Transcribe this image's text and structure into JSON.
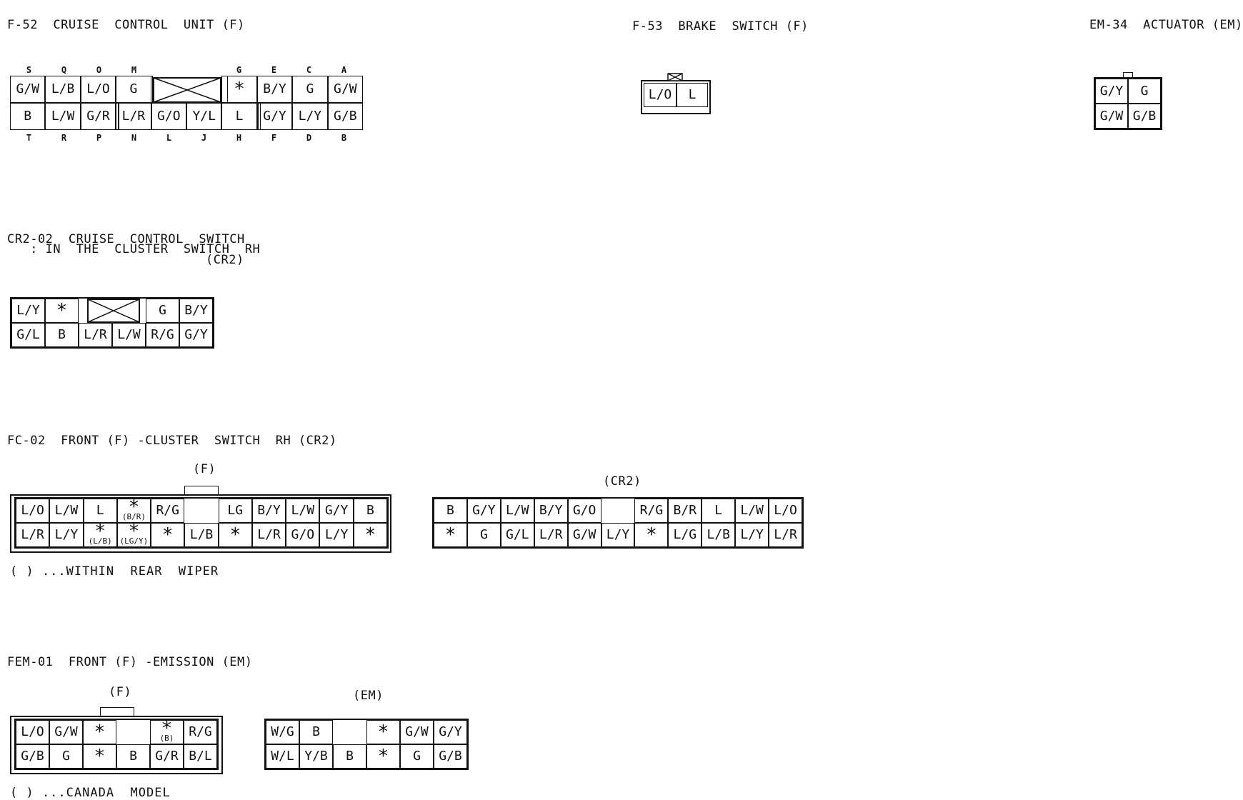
{
  "connectors": {
    "f52": {
      "title": "F-52  CRUISE  CONTROL  UNIT (F)",
      "top_pins": [
        "S",
        "Q",
        "O",
        "M",
        "",
        "",
        "G",
        "E",
        "C",
        "A"
      ],
      "bottom_pins": [
        "T",
        "R",
        "P",
        "N",
        "L",
        "J",
        "H",
        "F",
        "D",
        "B"
      ],
      "row1": [
        "G/W",
        "L/B",
        "L/O",
        "G",
        "",
        "",
        "*",
        "B/Y",
        "G",
        "G/W"
      ],
      "row2": [
        "B",
        "L/W",
        "G/R",
        "L/R",
        "G/O",
        "Y/L",
        "L",
        "G/Y",
        "L/Y",
        "G/B"
      ]
    },
    "f53": {
      "title": "F-53  BRAKE  SWITCH (F)",
      "cells": [
        "L/O",
        "L"
      ]
    },
    "em34": {
      "title": "EM-34  ACTUATOR (EM)",
      "row1": [
        "G/Y",
        "G"
      ],
      "row2": [
        "G/W",
        "G/B"
      ]
    },
    "cr202": {
      "title_line1": "CR2-02  CRUISE  CONTROL  SWITCH",
      "title_line2": "   : IN  THE  CLUSTER  SWITCH  RH",
      "title_line3": "(CR2)",
      "row1": [
        "L/Y",
        "*",
        "",
        "",
        "G",
        "B/Y"
      ],
      "row2": [
        "G/L",
        "B",
        "L/R",
        "L/W",
        "R/G",
        "G/Y"
      ]
    },
    "fc02": {
      "title": "FC-02  FRONT (F) -CLUSTER  SWITCH  RH (CR2)",
      "f_label": "(F)",
      "cr2_label": "(CR2)",
      "f_row1": [
        "L/O",
        "L/W",
        "L",
        "*",
        "R/G",
        "",
        "LG",
        "B/Y",
        "L/W",
        "G/Y",
        "B"
      ],
      "f_row1_sub": [
        "",
        "",
        "",
        "(B/R)",
        "",
        "",
        "",
        "",
        "",
        "",
        ""
      ],
      "f_row2": [
        "L/R",
        "L/Y",
        "*",
        "*",
        "*",
        "L/B",
        "*",
        "L/R",
        "G/O",
        "L/Y",
        "*"
      ],
      "f_row2_sub": [
        "",
        "",
        "(L/B)",
        "(LG/Y)",
        "",
        "",
        "",
        "",
        "",
        "",
        ""
      ],
      "cr2_row1": [
        "B",
        "G/Y",
        "L/W",
        "B/Y",
        "G/O",
        "",
        "R/G",
        "B/R",
        "L",
        "L/W",
        "L/O"
      ],
      "cr2_row2": [
        "*",
        "G",
        "G/L",
        "L/R",
        "G/W",
        "L/Y",
        "*",
        "L/G",
        "L/B",
        "L/Y",
        "L/R"
      ],
      "note": "( ) ...WITHIN  REAR  WIPER"
    },
    "fem01": {
      "title": "FEM-01  FRONT (F) -EMISSION (EM)",
      "f_label": "(F)",
      "em_label": "(EM)",
      "f_row1": [
        "L/O",
        "G/W",
        "*",
        "",
        "*",
        "R/G"
      ],
      "f_row1_sub": [
        "",
        "",
        "",
        "",
        "(B)",
        ""
      ],
      "f_row2": [
        "G/B",
        "G",
        "*",
        "B",
        "G/R",
        "B/L"
      ],
      "em_row1": [
        "W/G",
        "B",
        "",
        "*",
        "G/W",
        "G/Y"
      ],
      "em_row2": [
        "W/L",
        "Y/B",
        "B",
        "*",
        "G",
        "G/B"
      ],
      "note": "( ) ...CANADA  MODEL"
    }
  }
}
